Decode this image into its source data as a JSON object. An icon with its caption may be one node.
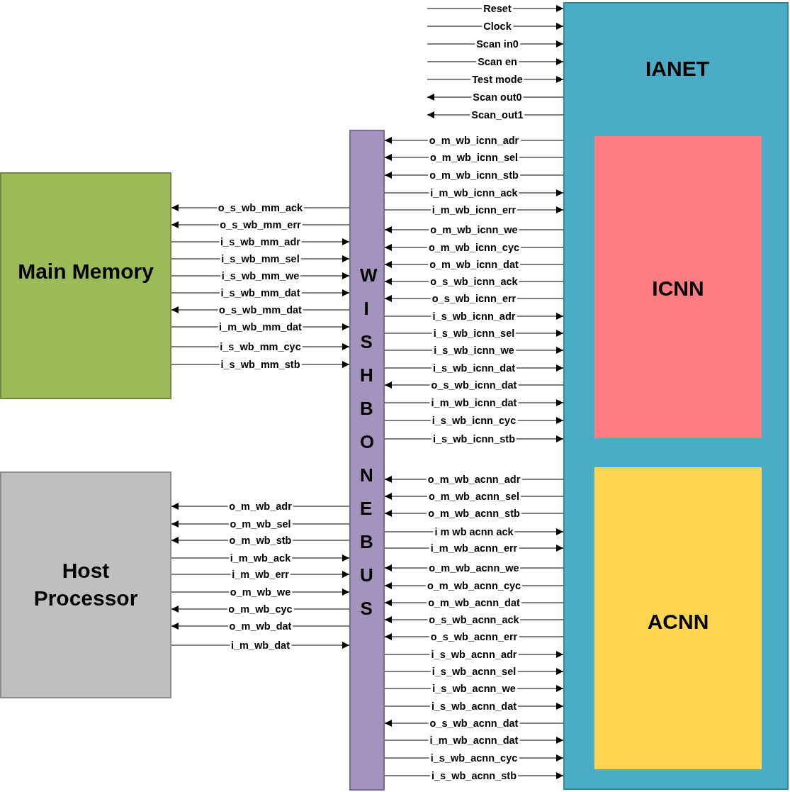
{
  "diagram": {
    "nodes": [
      {
        "text": [
          "IANET"
        ]
      },
      {
        "text": [
          "ICNN"
        ],
        "in": 0
      },
      {
        "text": [
          "ACNN"
        ],
        "in": 0
      },
      {
        "text": [
          "Main Memory"
        ]
      },
      {
        "text": [
          "Host Processor"
        ]
      },
      {
        "text": [
          "WISHBONE BUS"
        ]
      }
    ],
    "edges": [
      {
        "from": null,
        "to": 0,
        "arrow": "to",
        "label": "Reset"
      },
      {
        "from": null,
        "to": 0,
        "arrow": "to",
        "label": "Clock"
      },
      {
        "from": null,
        "to": 0,
        "arrow": "to",
        "label": "Scan in0"
      },
      {
        "from": null,
        "to": 0,
        "arrow": "to",
        "label": "Scan en"
      },
      {
        "from": null,
        "to": 0,
        "arrow": "to",
        "label": "Test mode"
      },
      {
        "from": 0,
        "to": null,
        "arrow": "to",
        "label": "Scan out0"
      },
      {
        "from": 0,
        "to": null,
        "arrow": "to",
        "label": "Scan_out1"
      },
      {
        "from": 0,
        "to": 5,
        "arrow": "to",
        "label": "o_m_wb_icnn_adr"
      },
      {
        "from": 0,
        "to": 5,
        "arrow": "to",
        "label": "o_m_wb_icnn_sel"
      },
      {
        "from": 0,
        "to": 5,
        "arrow": "to",
        "label": "o_m_wb_icnn_stb"
      },
      {
        "from": 5,
        "to": 0,
        "arrow": "to",
        "label": "i_m_wb_icnn_ack"
      },
      {
        "from": 5,
        "to": 0,
        "arrow": "to",
        "label": "i_m_wb_icnn_err"
      },
      {
        "from": 0,
        "to": 5,
        "arrow": "to",
        "label": "o_m_wb_icnn_we"
      },
      {
        "from": 0,
        "to": 5,
        "arrow": "to",
        "label": "o_m_wb_icnn_cyc"
      },
      {
        "from": 0,
        "to": 5,
        "arrow": "to",
        "label": "o_m_wb_icnn_dat"
      },
      {
        "from": 0,
        "to": 5,
        "arrow": "to",
        "label": "o_s_wb_icnn_ack"
      },
      {
        "from": 0,
        "to": 5,
        "arrow": "to",
        "label": "o_s_wb_icnn_err"
      },
      {
        "from": 5,
        "to": 0,
        "arrow": "to",
        "label": "i_s_wb_icnn_adr"
      },
      {
        "from": 5,
        "to": 0,
        "arrow": "to",
        "label": "i_s_wb_icnn_sel"
      },
      {
        "from": 5,
        "to": 0,
        "arrow": "to",
        "label": "i_s_wb_icnn_we"
      },
      {
        "from": 5,
        "to": 0,
        "arrow": "to",
        "label": "i_s_wb_icnn_dat"
      },
      {
        "from": 0,
        "to": 5,
        "arrow": "to",
        "label": "o_s_wb_icnn_dat"
      },
      {
        "from": 5,
        "to": 0,
        "arrow": "to",
        "label": "i_m_wb_icnn_dat"
      },
      {
        "from": 5,
        "to": 0,
        "arrow": "to",
        "label": "i_s_wb_icnn_cyc"
      },
      {
        "from": 5,
        "to": 0,
        "arrow": "to",
        "label": "i_s_wb_icnn_stb"
      },
      {
        "from": 0,
        "to": 5,
        "arrow": "to",
        "label": "o_m_wb_acnn_adr"
      },
      {
        "from": 0,
        "to": 5,
        "arrow": "to",
        "label": "o_m_wb_acnn_sel"
      },
      {
        "from": 0,
        "to": 5,
        "arrow": "to",
        "label": "o_m_wb_acnn_stb"
      },
      {
        "from": 5,
        "to": 0,
        "arrow": "to",
        "label": "i m wb acnn ack"
      },
      {
        "from": 5,
        "to": 0,
        "arrow": "to",
        "label": "i_m_wb_acnn_err"
      },
      {
        "from": 0,
        "to": 5,
        "arrow": "to",
        "label": "o_m_wb_acnn_we"
      },
      {
        "from": 0,
        "to": 5,
        "arrow": "to",
        "label": "o_m_wb_acnn_cyc"
      },
      {
        "from": 0,
        "to": 5,
        "arrow": "to",
        "label": "o_m_wb_acnn_dat"
      },
      {
        "from": 0,
        "to": 5,
        "arrow": "to",
        "label": "o_s_wb_acnn_ack"
      },
      {
        "from": 0,
        "to": 5,
        "arrow": "to",
        "label": "o_s_wb_acnn_err"
      },
      {
        "from": 5,
        "to": 0,
        "arrow": "to",
        "label": "i_s_wb_acnn_adr"
      },
      {
        "from": 5,
        "to": 0,
        "arrow": "to",
        "label": "i_s_wb_acnn_sel"
      },
      {
        "from": 5,
        "to": 0,
        "arrow": "to",
        "label": "i_s_wb_acnn_we"
      },
      {
        "from": 5,
        "to": 0,
        "arrow": "to",
        "label": "i_s_wb_acnn_dat"
      },
      {
        "from": 0,
        "to": 5,
        "arrow": "to",
        "label": "o_s_wb_acnn_dat"
      },
      {
        "from": 5,
        "to": 0,
        "arrow": "to",
        "label": "i_m_wb_acnn_dat"
      },
      {
        "from": 5,
        "to": 0,
        "arrow": "to",
        "label": "i_s_wb_acnn_cyc"
      },
      {
        "from": 5,
        "to": 0,
        "arrow": "to",
        "label": "i_s_wb_acnn_stb"
      },
      {
        "from": 5,
        "to": 3,
        "arrow": "to",
        "label": "o_s_wb_mm_ack"
      },
      {
        "from": 5,
        "to": 3,
        "arrow": "to",
        "label": "o_s_wb_mm_err"
      },
      {
        "from": 3,
        "to": 5,
        "arrow": "to",
        "label": "i_s_wb_mm_adr"
      },
      {
        "from": 3,
        "to": 5,
        "arrow": "to",
        "label": "i_s_wb_mm_sel"
      },
      {
        "from": 3,
        "to": 5,
        "arrow": "to",
        "label": "i_s_wb_mm_we"
      },
      {
        "from": 3,
        "to": 5,
        "arrow": "to",
        "label": "i_s_wb_mm_dat"
      },
      {
        "from": 5,
        "to": 3,
        "arrow": "to",
        "label": "o_s_wb_mm_dat"
      },
      {
        "from": 3,
        "to": 5,
        "arrow": "to",
        "label": "i_m_wb_mm_dat"
      },
      {
        "from": 3,
        "to": 5,
        "arrow": "to",
        "label": "i_s_wb_mm_cyc"
      },
      {
        "from": 3,
        "to": 5,
        "arrow": "to",
        "label": "i_s_wb_mm_stb"
      },
      {
        "from": 5,
        "to": 4,
        "arrow": "to",
        "label": "o_m_wb_adr"
      },
      {
        "from": 5,
        "to": 4,
        "arrow": "to",
        "label": "o_m_wb_sel"
      },
      {
        "from": 5,
        "to": 4,
        "arrow": "to",
        "label": "o_m_wb_stb"
      },
      {
        "from": 4,
        "to": 5,
        "arrow": "to",
        "label": "i_m_wb_ack"
      },
      {
        "from": 4,
        "to": 5,
        "arrow": "to",
        "label": "i_m_wb_err"
      },
      {
        "from": 4,
        "to": 5,
        "arrow": "to",
        "label": "o_m_wb_we"
      },
      {
        "from": 5,
        "to": 4,
        "arrow": "to",
        "label": "o_m_wb_cyc"
      },
      {
        "from": 5,
        "to": 4,
        "arrow": "to",
        "label": "o_m_wb_dat"
      },
      {
        "from": 4,
        "to": 5,
        "arrow": "to",
        "label": "i_m_wb_dat"
      }
    ]
  }
}
